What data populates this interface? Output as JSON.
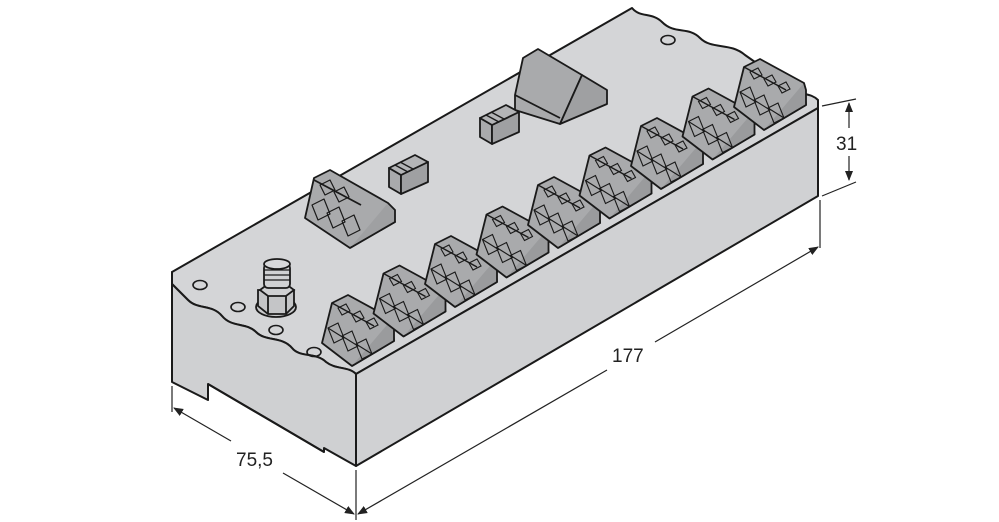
{
  "drawing": {
    "subject": "terminal-block module isometric dimension drawing",
    "colors": {
      "body_light": "#d4d5d7",
      "body_front": "#d0d1d3",
      "terminal": "#a9aaac",
      "terminal_dark": "#98999b",
      "outline": "#1a1a1a",
      "dimension": "#222222"
    },
    "dimensions": {
      "height": "31",
      "length": "177",
      "width": "75,5"
    },
    "terminal_count": 9
  }
}
